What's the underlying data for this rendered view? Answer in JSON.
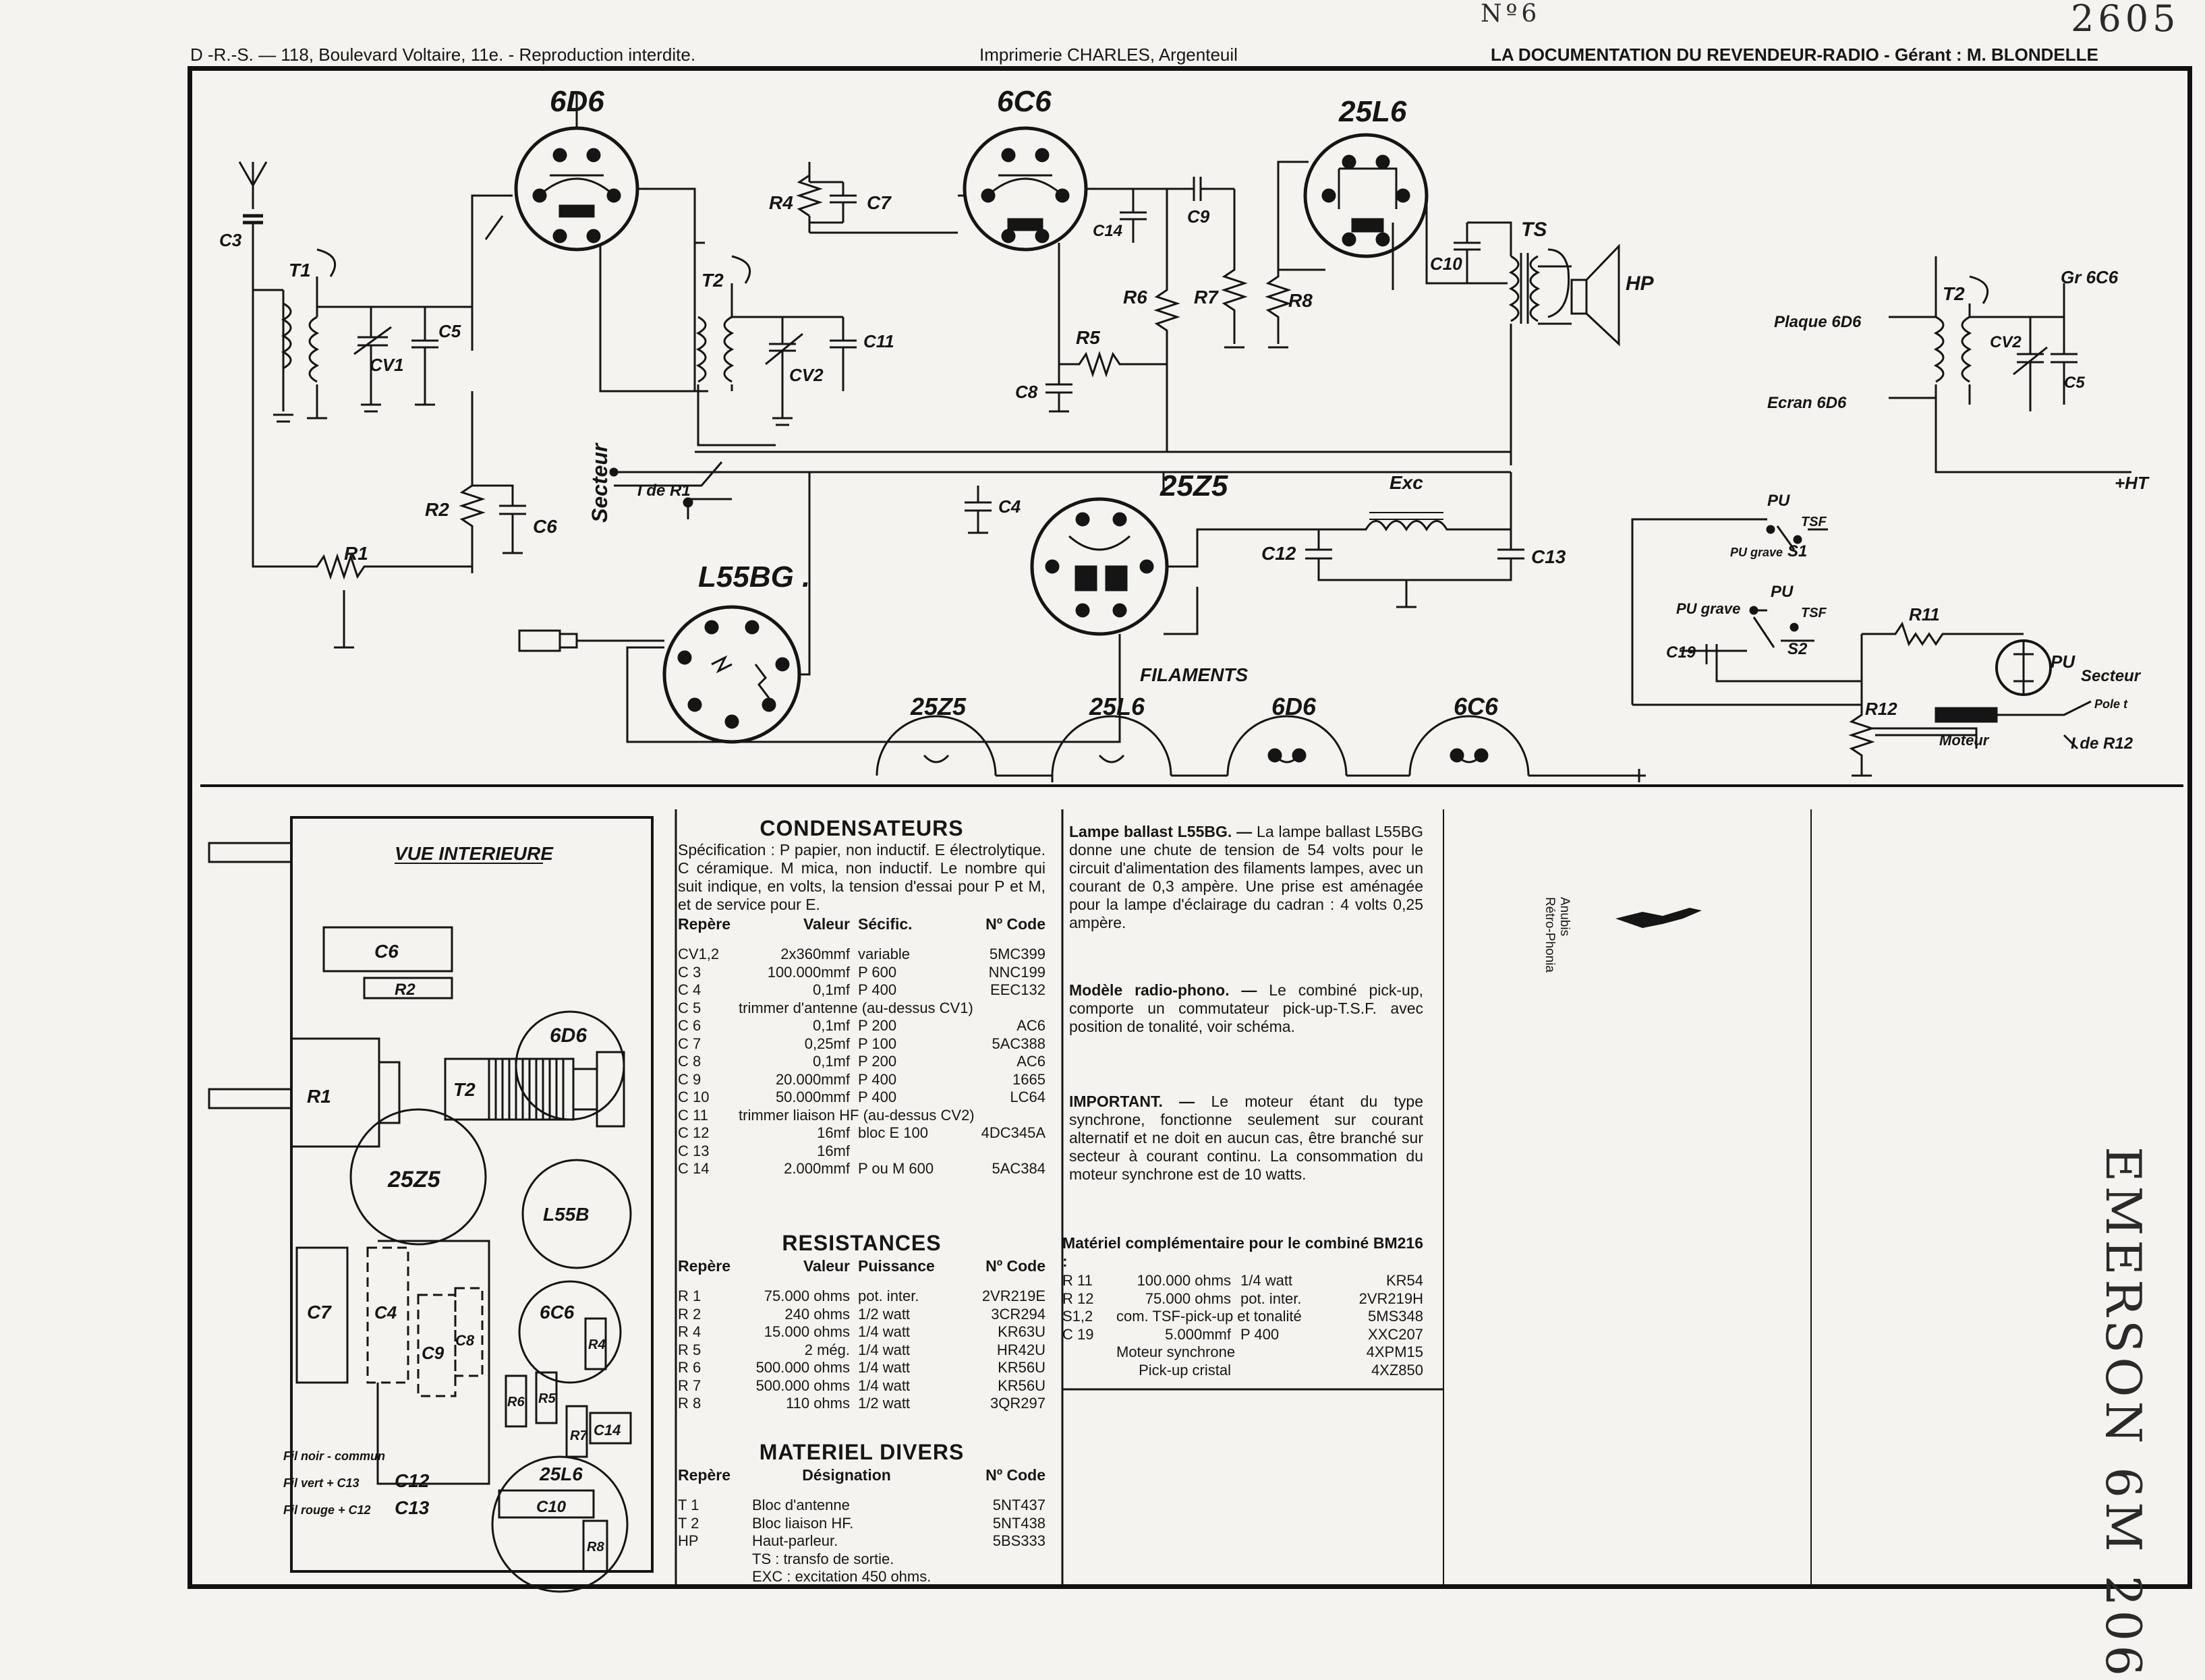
{
  "header": {
    "left": "D -R.-S. — 118, Boulevard Voltaire, 11e. - Reproduction interdite.",
    "center": "Imprimerie CHARLES, Argenteuil",
    "right": "LA DOCUMENTATION DU REVENDEUR-RADIO - Gérant : M. BLONDELLE",
    "ref": "2605",
    "mark": "Nº6"
  },
  "tubes": {
    "t1": "6D6",
    "t2": "6C6",
    "t3": "25L6",
    "t4": "25Z5",
    "t5": "L55BG ."
  },
  "schematic_labels": {
    "c3": "C3",
    "t1": "T1",
    "cv1": "CV1",
    "c5": "C5",
    "r4": "R4",
    "c7": "C7",
    "t2": "T2",
    "cv2": "CV2",
    "c11": "C11",
    "c14": "C14",
    "c9": "C9",
    "r6": "R6",
    "r5": "R5",
    "c8": "C8",
    "r7": "R7",
    "r8": "R8",
    "c10": "C10",
    "ts": "TS",
    "hp": "HP",
    "secteur": "Secteur",
    "ider1": "I de R1",
    "r2": "R2",
    "c6": "C6",
    "r1": "R1",
    "c4": "C4",
    "exc": "Exc",
    "c12": "C12",
    "c13": "C13",
    "filaments": "FILAMENTS"
  },
  "filament_tubes": [
    "25Z5",
    "25L6",
    "6D6",
    "6C6"
  ],
  "aux": {
    "t2": "T2",
    "gr6c6": "Gr 6C6",
    "plaque": "Plaque 6D6",
    "ecran": "Ecran 6D6",
    "cv2": "CV2",
    "c5": "C5",
    "ht": "+HT",
    "pu1": "PU",
    "tsf1": "TSF",
    "pugrave1": "PU grave",
    "s1": "S1",
    "pu2": "PU",
    "pugrave2": "PU grave",
    "tsf2": "TSF",
    "s2": "S2",
    "c19": "C19",
    "r11": "R11",
    "pu3": "PU",
    "secteur": "Secteur",
    "polet": "Pole t",
    "r12": "R12",
    "moteur": "Moteur",
    "ider12": "I de R12"
  },
  "layout_view": {
    "title": "VUE INTERIEURE",
    "labels": [
      "C6",
      "R2",
      "6D6",
      "R1",
      "T2",
      "25Z5",
      "L55B",
      "C7",
      "C4",
      "C9",
      "C8",
      "6C6",
      "R4",
      "R6",
      "R5",
      "R7",
      "C14",
      "25L6",
      "C10",
      "R8",
      "C12",
      "C13"
    ],
    "wires": [
      "Fil noir - commun",
      "Fil vert + C13",
      "Fil rouge + C12"
    ]
  },
  "condensateurs": {
    "title": "CONDENSATEURS",
    "spec": "Spécification : P papier, non inductif. E électrolytique. C céramique. M mica, non inductif. Le nombre qui suit indique, en volts, la tension d'essai pour P et M, et de service pour E.",
    "headers": [
      "Repère",
      "Valeur",
      "Sécific.",
      "Nº Code"
    ],
    "rows": [
      [
        "CV1,2",
        "2x360mmf",
        "variable",
        "5MC399"
      ],
      [
        "C 3",
        "100.000mmf",
        "P 600",
        "NNC199"
      ],
      [
        "C 4",
        "0,1mf",
        "P 400",
        "EEC132"
      ],
      [
        "C 5",
        "trimmer d'antenne (au-dessus CV1)",
        "",
        ""
      ],
      [
        "C 6",
        "0,1mf",
        "P 200",
        "AC6"
      ],
      [
        "C 7",
        "0,25mf",
        "P 100",
        "5AC388"
      ],
      [
        "C 8",
        "0,1mf",
        "P 200",
        "AC6"
      ],
      [
        "C 9",
        "20.000mmf",
        "P 400",
        "1665"
      ],
      [
        "C 10",
        "50.000mmf",
        "P 400",
        "LC64"
      ],
      [
        "C 11",
        "trimmer liaison HF (au-dessus CV2)",
        "",
        ""
      ],
      [
        "C 12",
        "16mf",
        "bloc E 100",
        "4DC345A"
      ],
      [
        "C 13",
        "16mf",
        "",
        ""
      ],
      [
        "C 14",
        "2.000mmf",
        "P ou M 600",
        "5AC384"
      ]
    ]
  },
  "resistances": {
    "title": "RESISTANCES",
    "headers": [
      "Repère",
      "Valeur",
      "Puissance",
      "Nº Code"
    ],
    "rows": [
      [
        "R 1",
        "75.000 ohms",
        "pot. inter.",
        "2VR219E"
      ],
      [
        "R 2",
        "240 ohms",
        "1/2 watt",
        "3CR294"
      ],
      [
        "R 4",
        "15.000 ohms",
        "1/4 watt",
        "KR63U"
      ],
      [
        "R 5",
        "2 még.",
        "1/4 watt",
        "HR42U"
      ],
      [
        "R 6",
        "500.000 ohms",
        "1/4 watt",
        "KR56U"
      ],
      [
        "R 7",
        "500.000 ohms",
        "1/4 watt",
        "KR56U"
      ],
      [
        "R 8",
        "110 ohms",
        "1/2 watt",
        "3QR297"
      ]
    ]
  },
  "materiel": {
    "title": "MATERIEL DIVERS",
    "headers": [
      "Repère",
      "Désignation",
      "Nº Code"
    ],
    "rows": [
      [
        "T 1",
        "Bloc d'antenne",
        "5NT437"
      ],
      [
        "T 2",
        "Bloc liaison HF.",
        "5NT438"
      ],
      [
        "HP",
        "Haut-parleur.",
        "5BS333"
      ],
      [
        "",
        "TS : transfo de sortie.",
        ""
      ],
      [
        "",
        "EXC : excitation 450 ohms.",
        ""
      ]
    ]
  },
  "notes": {
    "ballast_title": "Lampe ballast L55BG. —",
    "ballast": "La lampe ballast L55BG donne une chute de tension de 54 volts pour le circuit d'alimentation des filaments lampes, avec un courant de 0,3 ampère. Une prise est aménagée pour la lampe d'éclairage du cadran : 4 volts 0,25 ampère.",
    "phono_title": "Modèle radio-phono. —",
    "phono": "Le combiné pick-up, comporte un commutateur pick-up-T.S.F. avec position de tonalité, voir schéma.",
    "important_title": "IMPORTANT. —",
    "important": "Le moteur étant du type synchrone, fonctionne seulement sur courant alternatif et ne doit en aucun cas, être branché sur secteur à courant continu. La consommation du moteur synchrone est de 10 watts.",
    "mat_title": "Matériel complémentaire pour le combiné BM216 :",
    "mat_rows": [
      [
        "R 11",
        "100.000 ohms",
        "1/4 watt",
        "KR54"
      ],
      [
        "R 12",
        "75.000 ohms",
        "pot. inter.",
        "2VR219H"
      ],
      [
        "S1,2",
        "com. TSF-pick-up et tonalité",
        "",
        "5MS348"
      ],
      [
        "C 19",
        "5.000mmf",
        "P 400",
        "XXC207"
      ],
      [
        "",
        "Moteur synchrone",
        "",
        "4XPM15"
      ],
      [
        "",
        "Pick-up cristal",
        "",
        "4XZ850"
      ]
    ]
  },
  "stamp": {
    "line1": "Anubis",
    "line2": "Rétro-Phonia"
  },
  "handwritten": "EMERSON 6M 206"
}
